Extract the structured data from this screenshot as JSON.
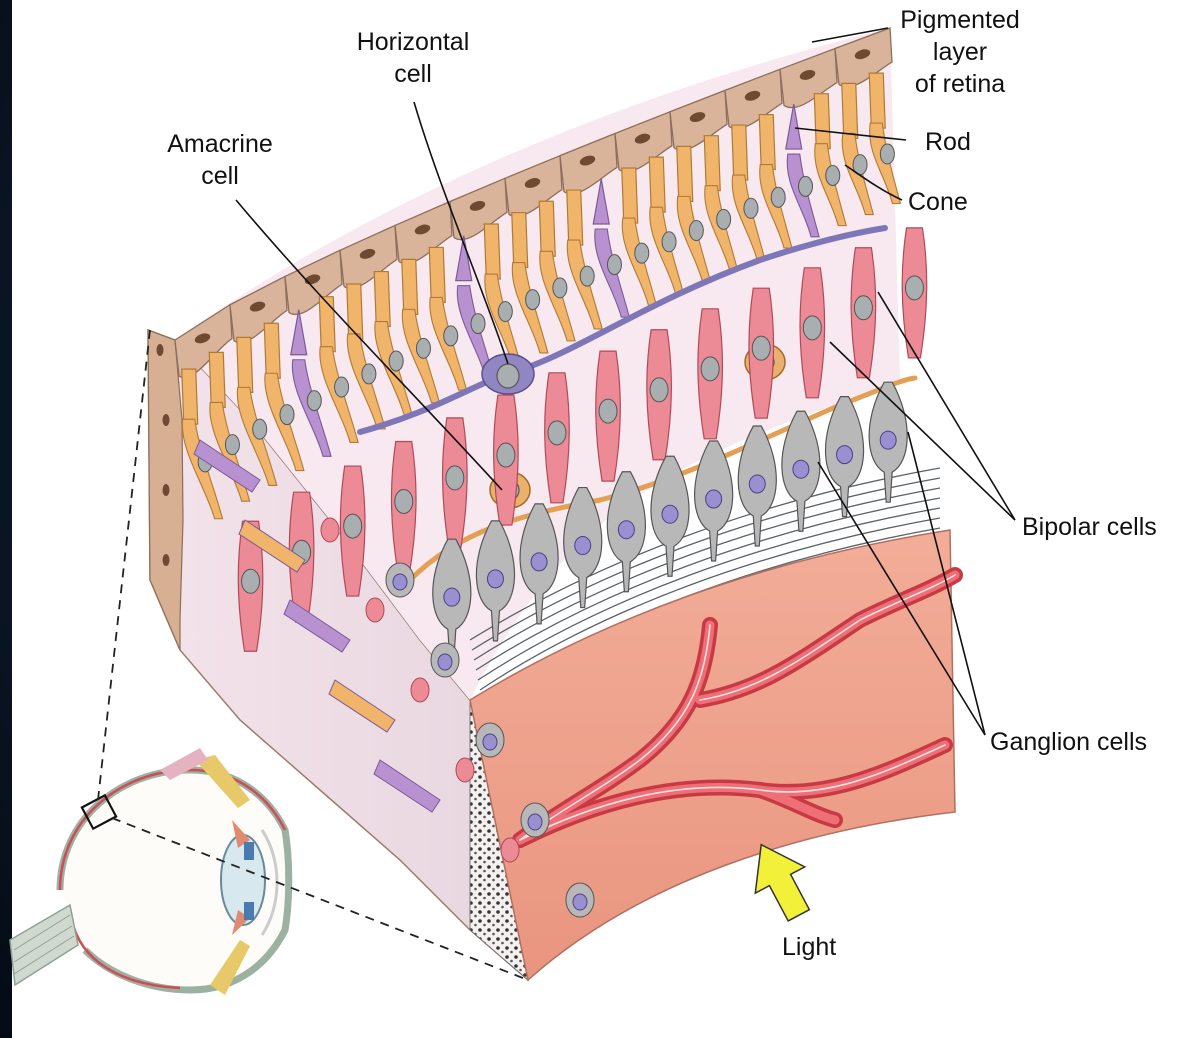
{
  "labels": {
    "pigmented_1": "Pigmented",
    "pigmented_2": "layer",
    "pigmented_3": "of retina",
    "horizontal_1": "Horizontal",
    "horizontal_2": "cell",
    "amacrine_1": "Amacrine",
    "amacrine_2": "cell",
    "rod": "Rod",
    "cone": "Cone",
    "bipolar": "Bipolar cells",
    "ganglion": "Ganglion cells",
    "light": "Light"
  },
  "colors": {
    "background": "#0b1626",
    "pigment": "#d9b49a",
    "rod": "#f0b46a",
    "cone": "#b892d0",
    "bipolar": "#ec8a96",
    "horizontal": "#8f86c2",
    "amacrine": "#e3a055",
    "ganglion": "#b8b8b8",
    "choroid": "#eea08c",
    "vessel": "#e04850",
    "arrow": "#f3f03a"
  }
}
